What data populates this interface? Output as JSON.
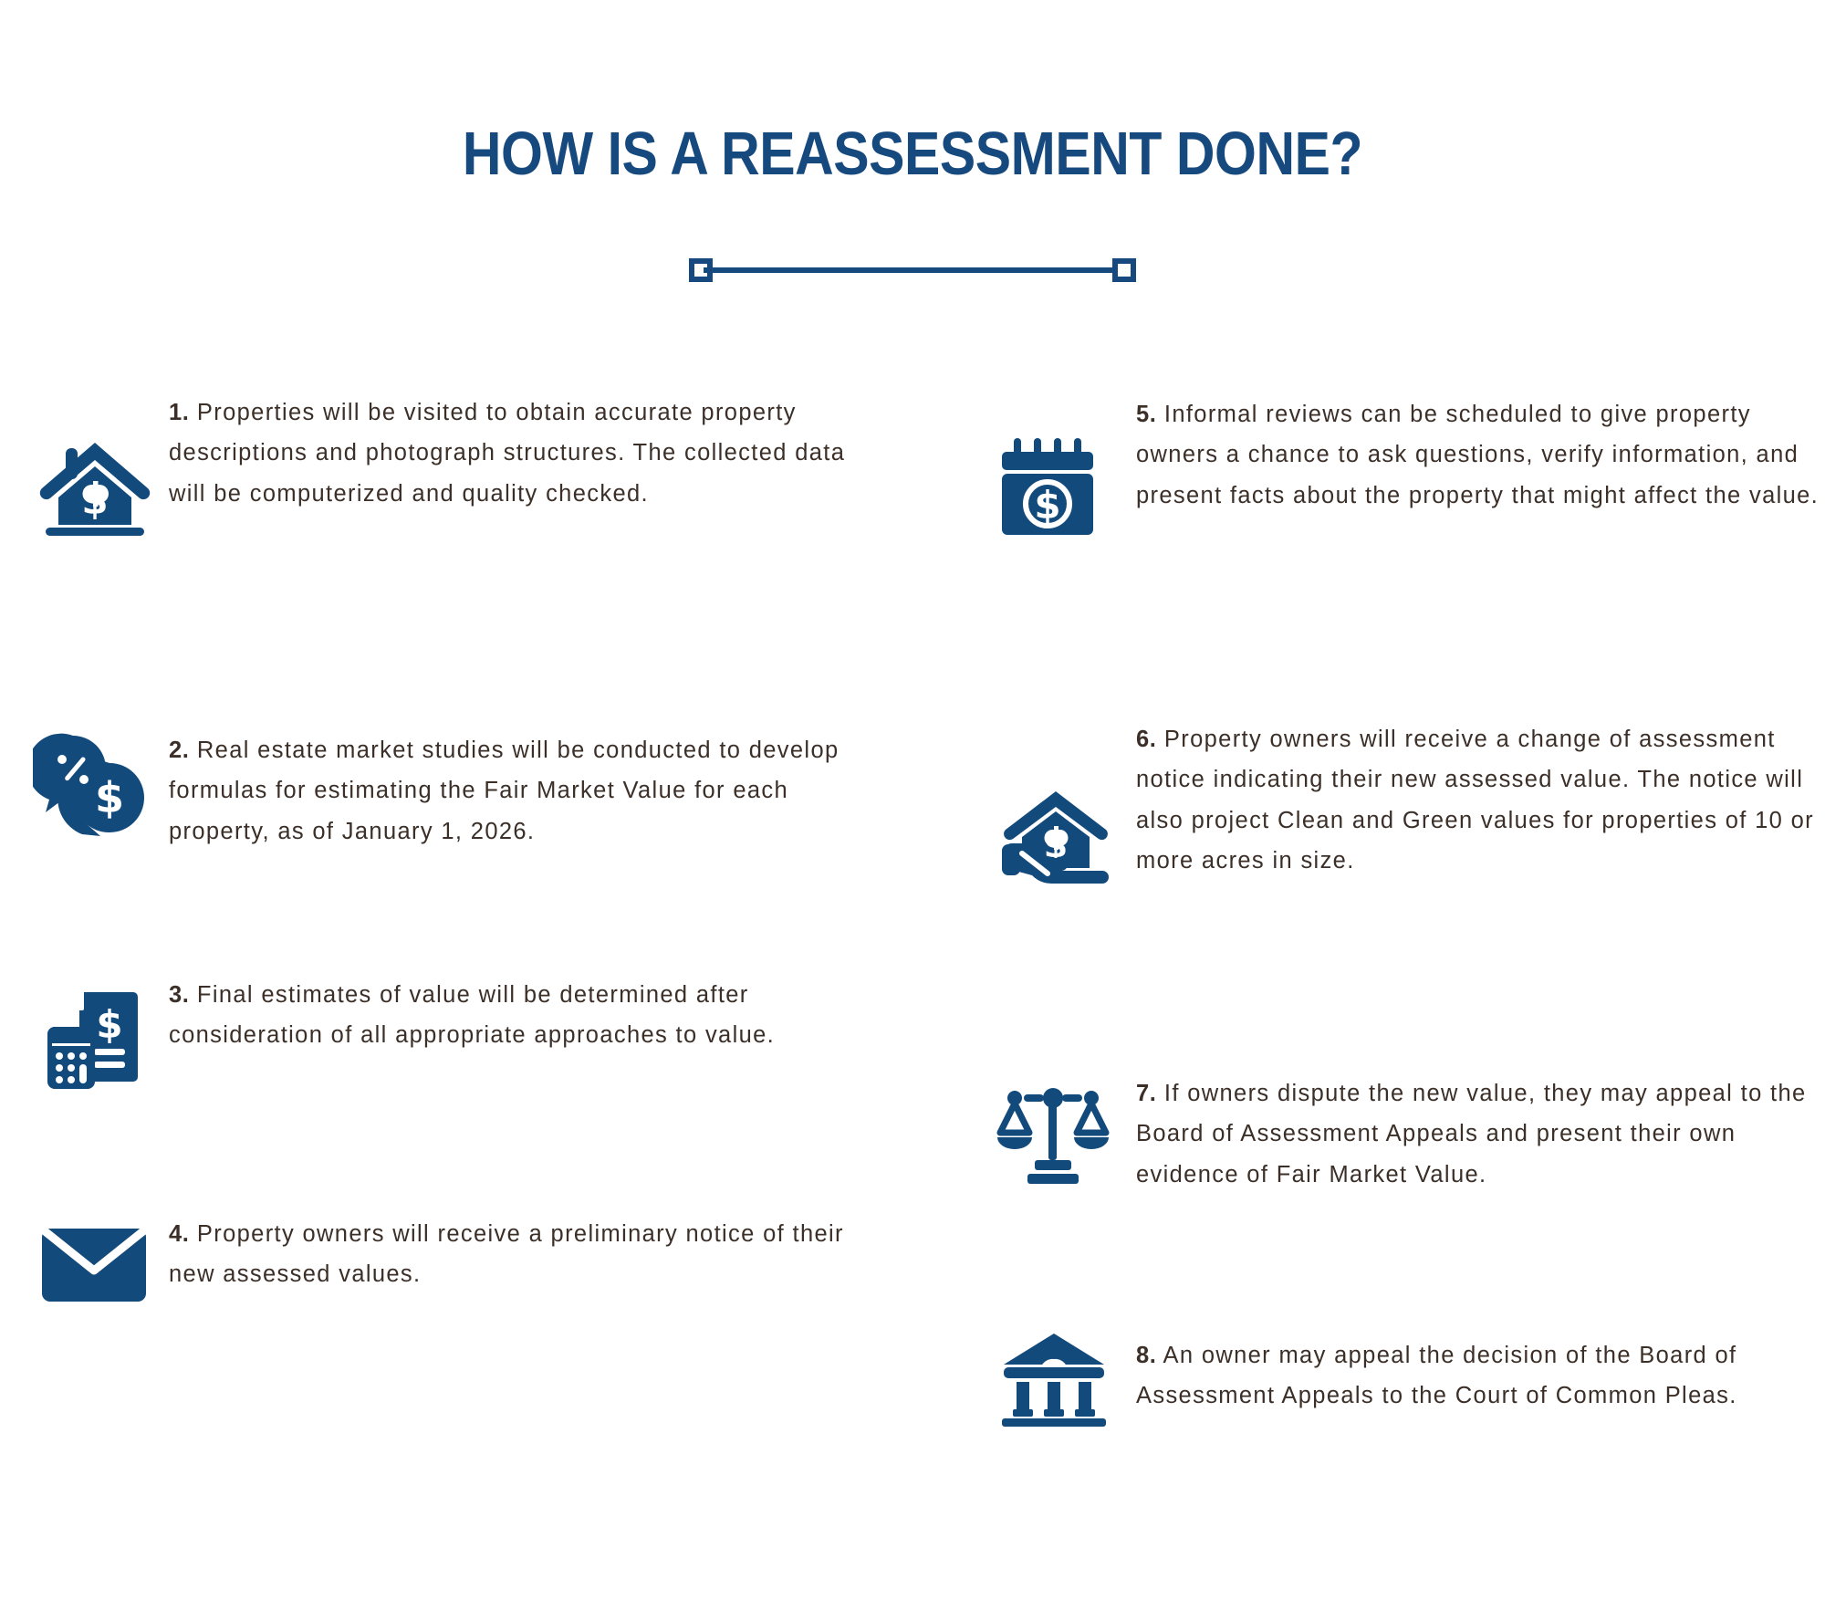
{
  "header": {
    "title": "HOW IS A REASSESSMENT DONE?",
    "divider_icon": "line-with-square-endcaps"
  },
  "colors": {
    "navy": "#16497d",
    "icon_blue": "#134a7c",
    "body_text": "#3b2f28",
    "background": "#ffffff"
  },
  "steps": [
    {
      "number": "1.",
      "icon": "house-with-dollar-icon",
      "text": " Properties will be visited to obtain accurate property descriptions and photograph structures. The collected data will be computerized and quality checked."
    },
    {
      "number": "2.",
      "icon": "percent-and-dollar-speech-bubbles-icon",
      "text": " Real estate market studies will be conducted to develop formulas for estimating the Fair Market Value for each property, as of January 1, 2026."
    },
    {
      "number": "3.",
      "icon": "calculator-and-invoice-icon",
      "text": " Final estimates of value will be determined after consideration of all appropriate approaches to value."
    },
    {
      "number": "4.",
      "icon": "envelope-icon",
      "text": " Property owners will receive a preliminary notice of their new assessed values."
    },
    {
      "number": "5.",
      "icon": "calendar-with-dollar-coin-icon",
      "text": " Informal reviews can be scheduled to give property owners a chance to ask questions, verify information, and present facts about the property that might affect the value."
    },
    {
      "number": "6.",
      "icon": "hand-holding-house-with-dollar-icon",
      "text": " Property owners will receive a change of assessment notice indicating their new assessed value. The notice will also project Clean and Green values for properties of 10 or more acres in size."
    },
    {
      "number": "7.",
      "icon": "balance-scales-icon",
      "text": " If owners dispute the new value, they may appeal to the Board of Assessment Appeals and present their own evidence of Fair Market Value."
    },
    {
      "number": "8.",
      "icon": "courthouse-icon",
      "text": " An owner may appeal the decision of the Board of Assessment Appeals to the Court of Common Pleas."
    }
  ]
}
